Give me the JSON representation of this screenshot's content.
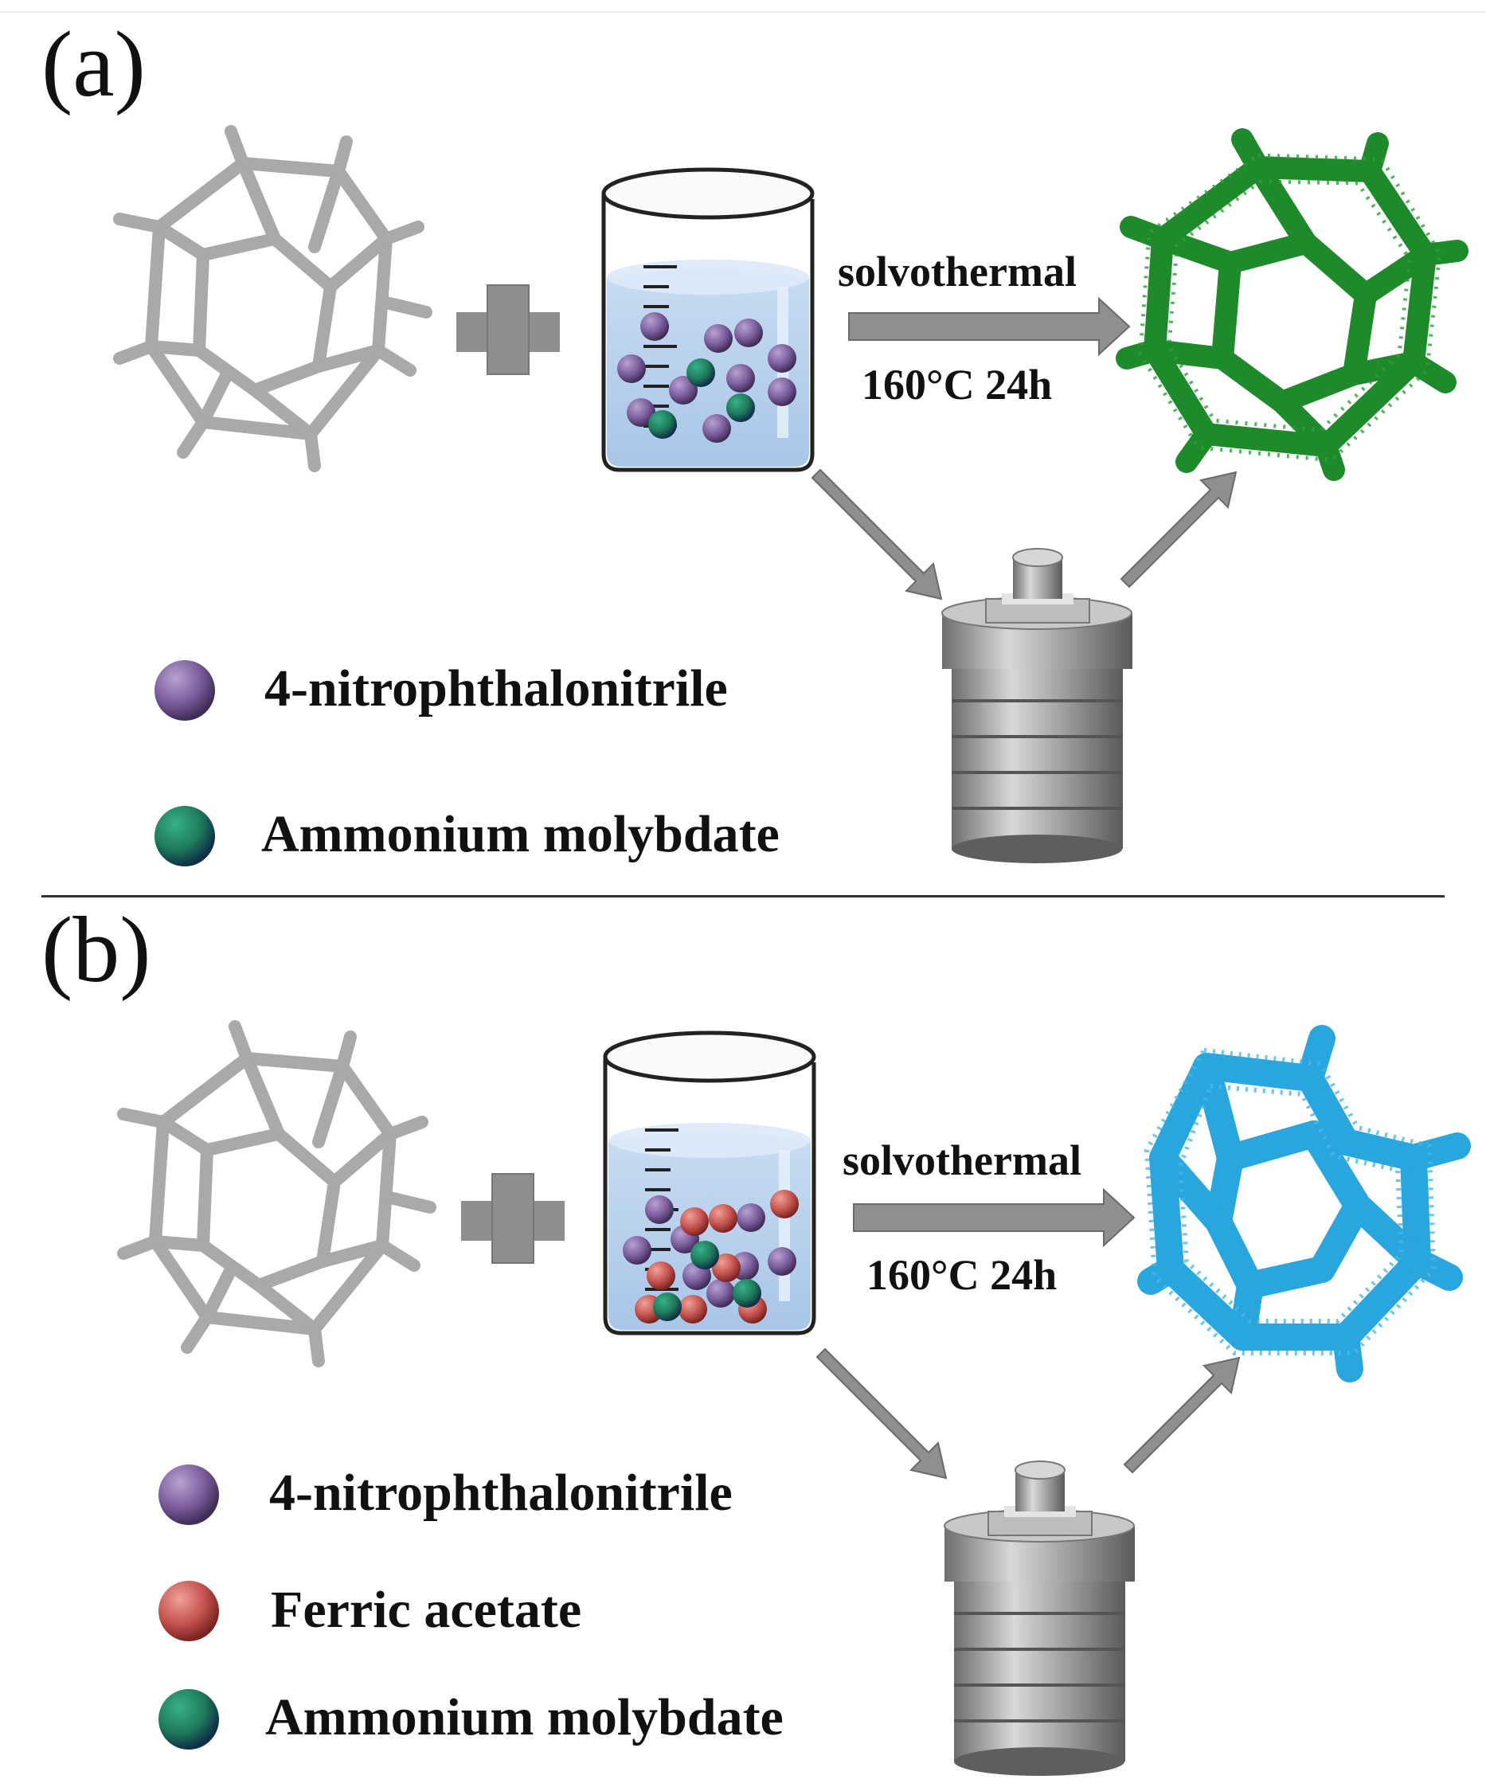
{
  "panels": [
    {
      "label": "(a)",
      "process_label": "solvothermal",
      "condition_label": "160°C 24h",
      "product_color": "#1f8a2b",
      "legend": [
        {
          "label": "4-nitrophthalonitrile",
          "color": "#7a5c9b"
        },
        {
          "label": "Ammonium molybdate",
          "color": "#1f7a5a"
        }
      ]
    },
    {
      "label": "(b)",
      "process_label": "solvothermal",
      "condition_label": "160°C 24h",
      "product_color": "#2aa6de",
      "legend": [
        {
          "label": "4-nitrophthalonitrile",
          "color": "#7a5c9b"
        },
        {
          "label": "Ferric acetate",
          "color": "#c4524e"
        },
        {
          "label": "Ammonium molybdate",
          "color": "#1f7a5a"
        }
      ]
    }
  ]
}
